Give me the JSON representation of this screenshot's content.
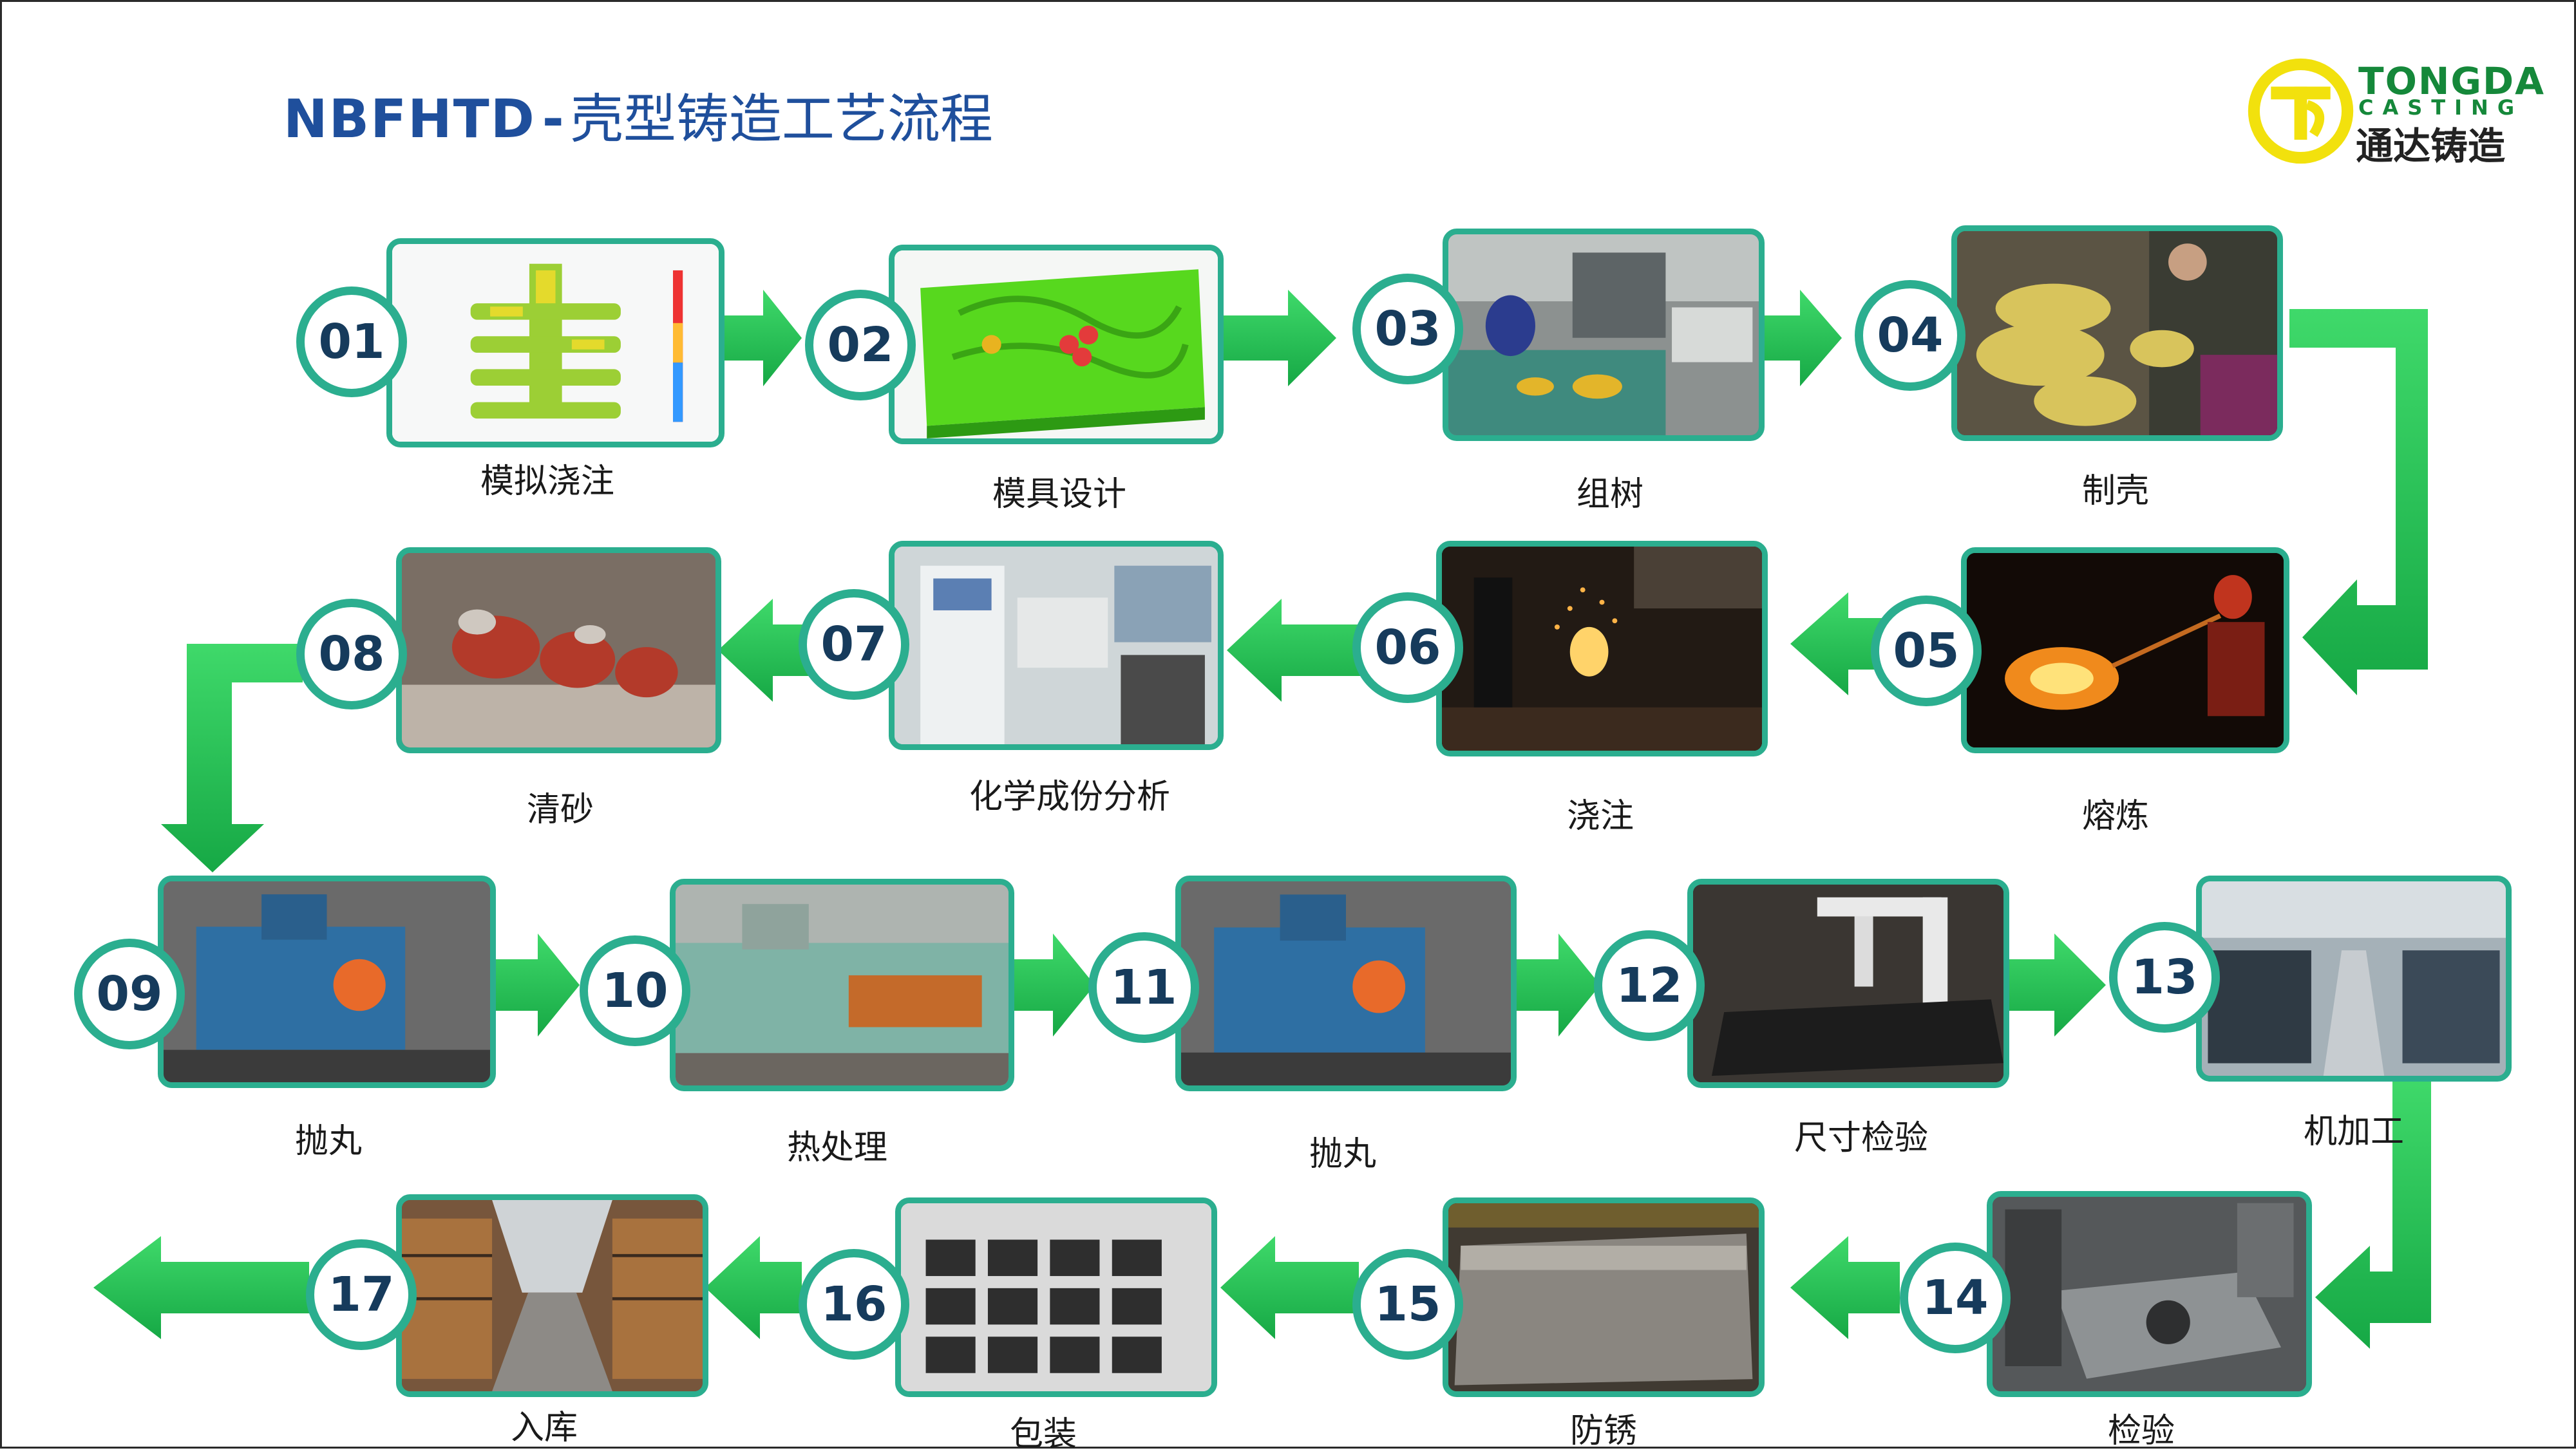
{
  "title": {
    "brand": "NBFHTD",
    "separator": "-",
    "text": "壳型铸造工艺流程"
  },
  "logo": {
    "en_line1": "TONGDA",
    "en_line2": "CASTING",
    "zh": "通达铸造"
  },
  "steps": [
    {
      "num": "01",
      "label": "模拟浇注"
    },
    {
      "num": "02",
      "label": "模具设计"
    },
    {
      "num": "03",
      "label": "组树"
    },
    {
      "num": "04",
      "label": "制壳"
    },
    {
      "num": "05",
      "label": "熔炼"
    },
    {
      "num": "06",
      "label": "浇注"
    },
    {
      "num": "07",
      "label": "化学成份分析"
    },
    {
      "num": "08",
      "label": "清砂"
    },
    {
      "num": "09",
      "label": "抛丸"
    },
    {
      "num": "10",
      "label": "热处理"
    },
    {
      "num": "11",
      "label": "抛丸"
    },
    {
      "num": "12",
      "label": "尺寸检验"
    },
    {
      "num": "13",
      "label": "机加工"
    },
    {
      "num": "14",
      "label": "检验"
    },
    {
      "num": "15",
      "label": "防锈"
    },
    {
      "num": "16",
      "label": "包装"
    },
    {
      "num": "17",
      "label": "入库"
    }
  ],
  "colors": {
    "accent": "#2bae8f",
    "arrow": "#1fbf4f",
    "title": "#1f4f9c",
    "number": "#163b5c"
  }
}
